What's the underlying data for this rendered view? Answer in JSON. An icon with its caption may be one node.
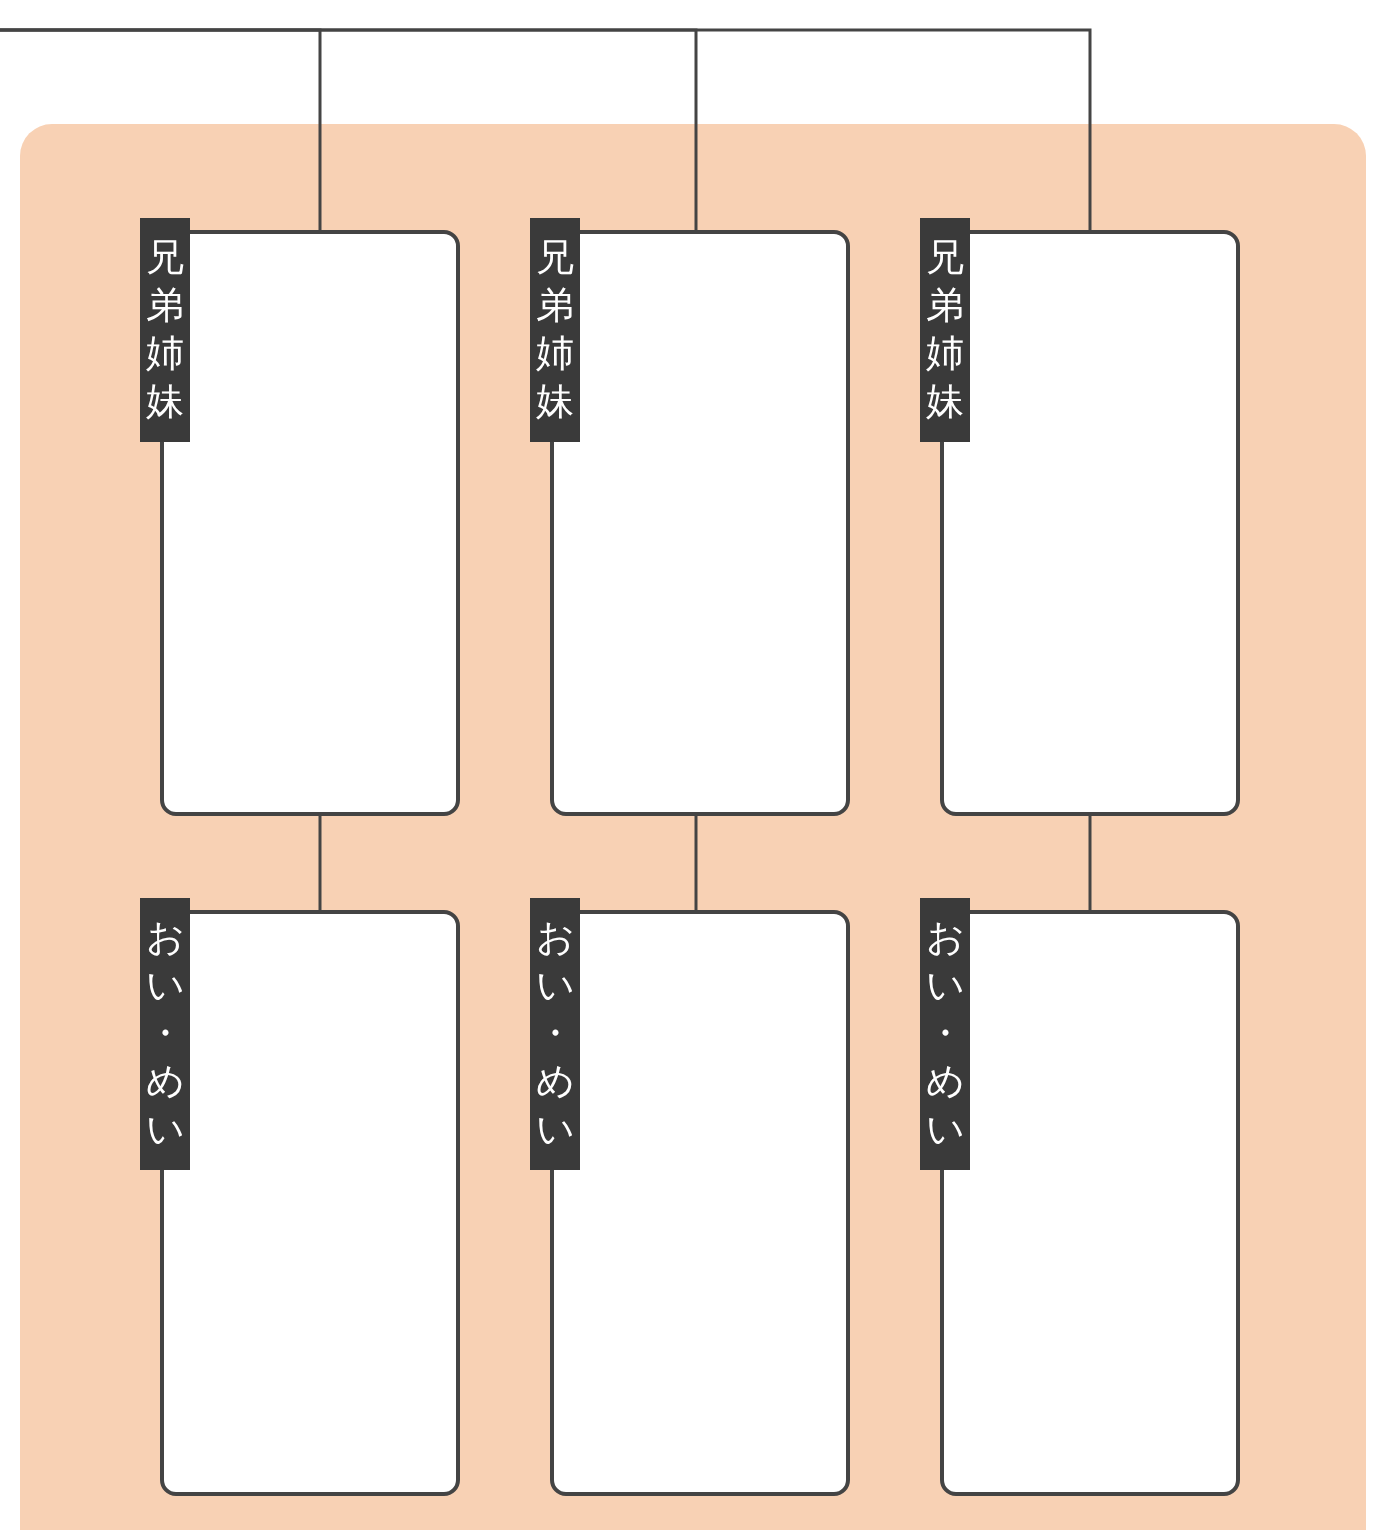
{
  "diagram": {
    "nodes": [
      {
        "text": [
          "兄弟姉妹"
        ]
      },
      {
        "text": [
          "兄弟姉妹"
        ]
      },
      {
        "text": [
          "兄弟姉妹"
        ]
      },
      {
        "text": [
          "おい・めい"
        ]
      },
      {
        "text": [
          "おい・めい"
        ]
      },
      {
        "text": [
          "おい・めい"
        ]
      }
    ],
    "edges": [
      {
        "from": null,
        "to": 0,
        "arrow": "none"
      },
      {
        "from": null,
        "to": 1,
        "arrow": "none"
      },
      {
        "from": null,
        "to": 2,
        "arrow": "none"
      },
      {
        "from": 0,
        "to": 3,
        "arrow": "none"
      },
      {
        "from": 1,
        "to": 4,
        "arrow": "none"
      },
      {
        "from": 2,
        "to": 5,
        "arrow": "none"
      }
    ]
  }
}
